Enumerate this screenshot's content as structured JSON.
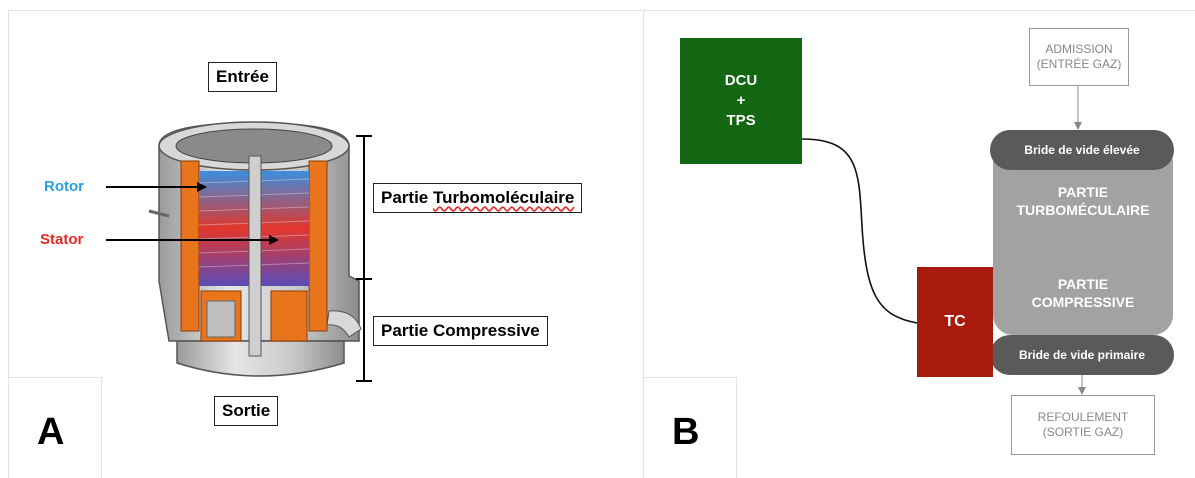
{
  "panel_a": {
    "letter": "A",
    "labels": {
      "entree": "Entrée",
      "sortie": "Sortie",
      "rotor": "Rotor",
      "stator": "Stator",
      "partie_turbo_prefix": "Partie ",
      "partie_turbo_word": "Turbomoléculaire",
      "partie_compressive": "Partie Compressive"
    },
    "colors": {
      "rotor": "#2a9fe3",
      "stator": "#e02a22"
    }
  },
  "panel_b": {
    "letter": "B",
    "dcu": {
      "line1": "DCU",
      "line2": "+",
      "line3": "TPS"
    },
    "tc": "TC",
    "admission": {
      "line1": "ADMISSION",
      "line2": "(ENTRÉE GAZ)"
    },
    "bride_haute": "Bride de vide élevée",
    "partie_turbo": {
      "line1": "PARTIE",
      "line2": "TURBOMÉCULAIRE"
    },
    "partie_compressive": {
      "line1": "PARTIE",
      "line2": "COMPRESSIVE"
    },
    "bride_basse": "Bride de vide primaire",
    "refoulement": {
      "line1": "REFOULEMENT",
      "line2": "(SORTIE GAZ)"
    },
    "colors": {
      "dcu": "#136612",
      "tc": "#a81a0c",
      "flange": "#5a5a5a",
      "body": "#a2a2a2"
    }
  }
}
